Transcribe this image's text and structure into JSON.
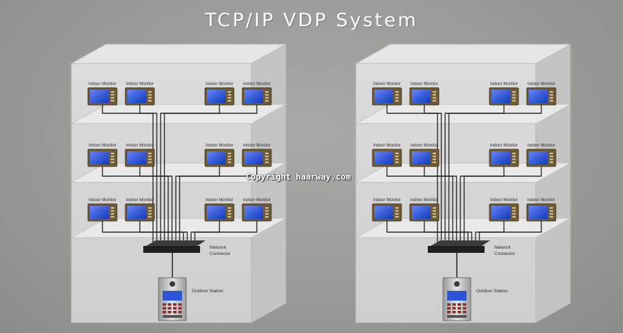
{
  "title": "TCP/IP VDP System",
  "watermark": "Copyright haarway.com",
  "labels": {
    "indoor_monitor": "Indoor Monitor",
    "network_connector_line1": "Network",
    "network_connector_line2": "Connector",
    "outdoor_station": "Outdoor Station"
  },
  "buildings": [
    {
      "name": "left",
      "floors": 3,
      "monitors_per_floor": 4
    },
    {
      "name": "right",
      "floors": 3,
      "monitors_per_floor": 4
    }
  ],
  "colors": {
    "background": "#9e9e9b",
    "building_front": "#d6d6d6",
    "building_side": "#c4c4c4",
    "monitor_screen": "#2a55d8",
    "monitor_frame": "#6e5a36",
    "cable": "#2b2b2b"
  }
}
